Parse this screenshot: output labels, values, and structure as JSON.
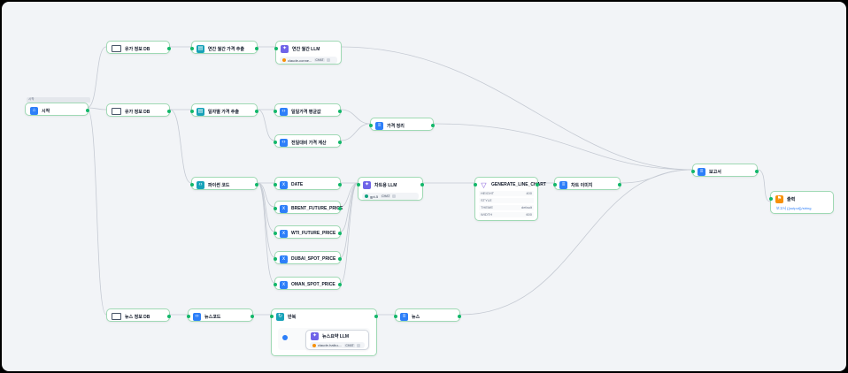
{
  "canvas": {
    "bg": "#f2f4f7",
    "edge_color": "#c5cad3",
    "node_border": "#9fd9b4",
    "port_color": "#12b76a"
  },
  "start": {
    "tag": "시작",
    "label": "시작"
  },
  "nodes": {
    "db_top": "유가 정보 DB",
    "db_mid": "유가 정보 DB",
    "db_news": "뉴스 정보 DB",
    "monthly_price": "연간 월간 가격 추출",
    "monthly_llm": {
      "title": "연간 월간 LLM",
      "model": "claude-conne...",
      "chip": "CHAT"
    },
    "daily_price": "일자별 가격 추출",
    "daily_avg": "일일가격 평균값",
    "prev_day": "전일대비 가격 계산",
    "price_sum": "가격 정리",
    "python_code": "파이썬 코드",
    "date": "DATE",
    "brent": "BRENT_FUTURE_PRICE",
    "wti": "WTI_FUTURE_PRICE",
    "dubai": "DUBAI_SPOT_PRICE",
    "oman": "OMAN_SPOT_PRICE",
    "chart_llm": {
      "title": "차트용 LLM",
      "model": "gpt-5",
      "chip": "CHAT"
    },
    "line_chart": {
      "title": "GENERATE_LINE_CHART",
      "params": [
        {
          "k": "HEIGHT",
          "v": "400"
        },
        {
          "k": "STYLE",
          "v": ""
        },
        {
          "k": "THEME",
          "v": "default"
        },
        {
          "k": "WIDTH",
          "v": "600"
        }
      ]
    },
    "chart_image": "차트 이미지",
    "report": "보고서",
    "output": {
      "title": "출력",
      "var": "보고서 {{output}}/string"
    },
    "news_code": "뉴스코드",
    "loop": {
      "title": "반복",
      "inner_title": "뉴스요약 LLM",
      "inner_model": "claude-haiku-...",
      "chip": "CHAT"
    },
    "news": "뉴스"
  }
}
